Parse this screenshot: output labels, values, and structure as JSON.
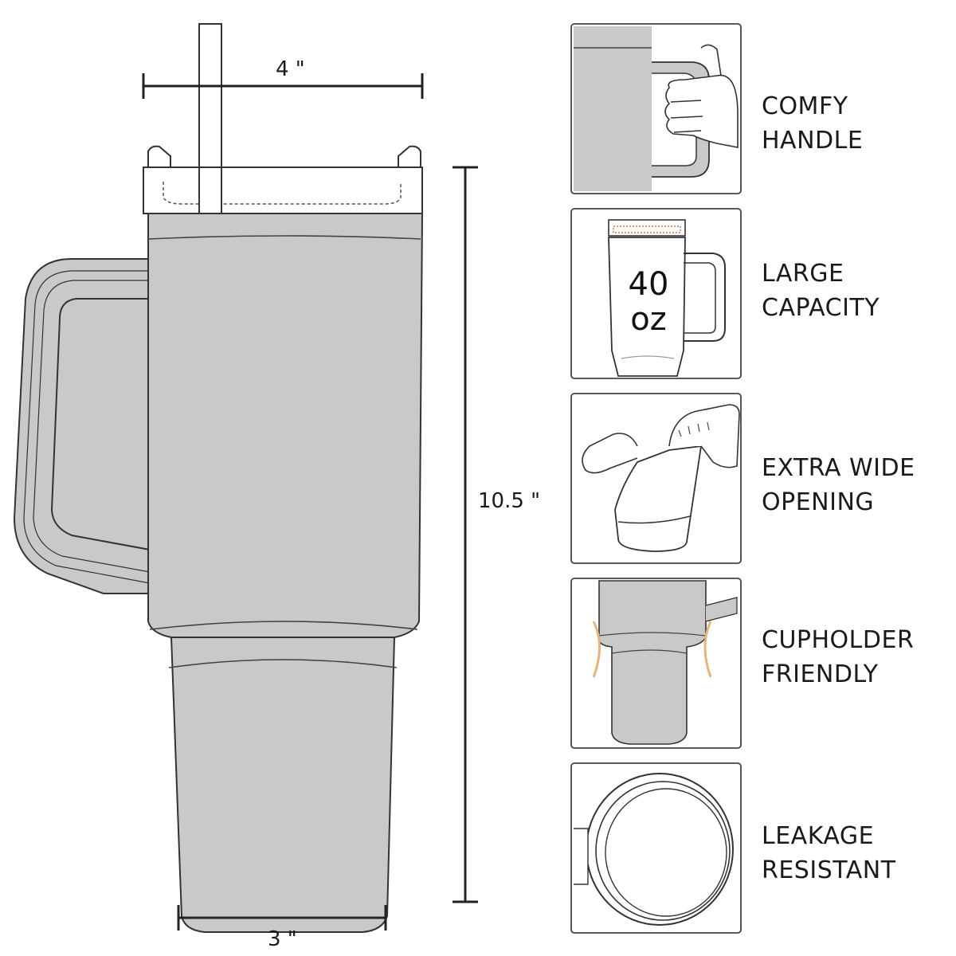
{
  "dimensions": {
    "lid_width": "4 \"",
    "height": "10.5 \"",
    "base_width": "3 \""
  },
  "features": [
    {
      "line1": "COMFY",
      "line2": "HANDLE",
      "icon": "hand-grip-icon"
    },
    {
      "line1": "LARGE",
      "line2": "CAPACITY",
      "icon": "tumbler-capacity-icon",
      "badge_number": "40",
      "badge_unit": "oz"
    },
    {
      "line1": "EXTRA WIDE",
      "line2": "OPENING",
      "icon": "hand-in-cup-icon"
    },
    {
      "line1": "CUPHOLDER",
      "line2": "FRIENDLY",
      "icon": "cupholder-icon"
    },
    {
      "line1": "LEAKAGE",
      "line2": "RESISTANT",
      "icon": "seal-ring-icon"
    }
  ],
  "colors": {
    "body_fill": "#c9c9c9",
    "outline": "#333333",
    "lid_fill": "#ffffff",
    "accent_warm": "#e8b27a"
  }
}
